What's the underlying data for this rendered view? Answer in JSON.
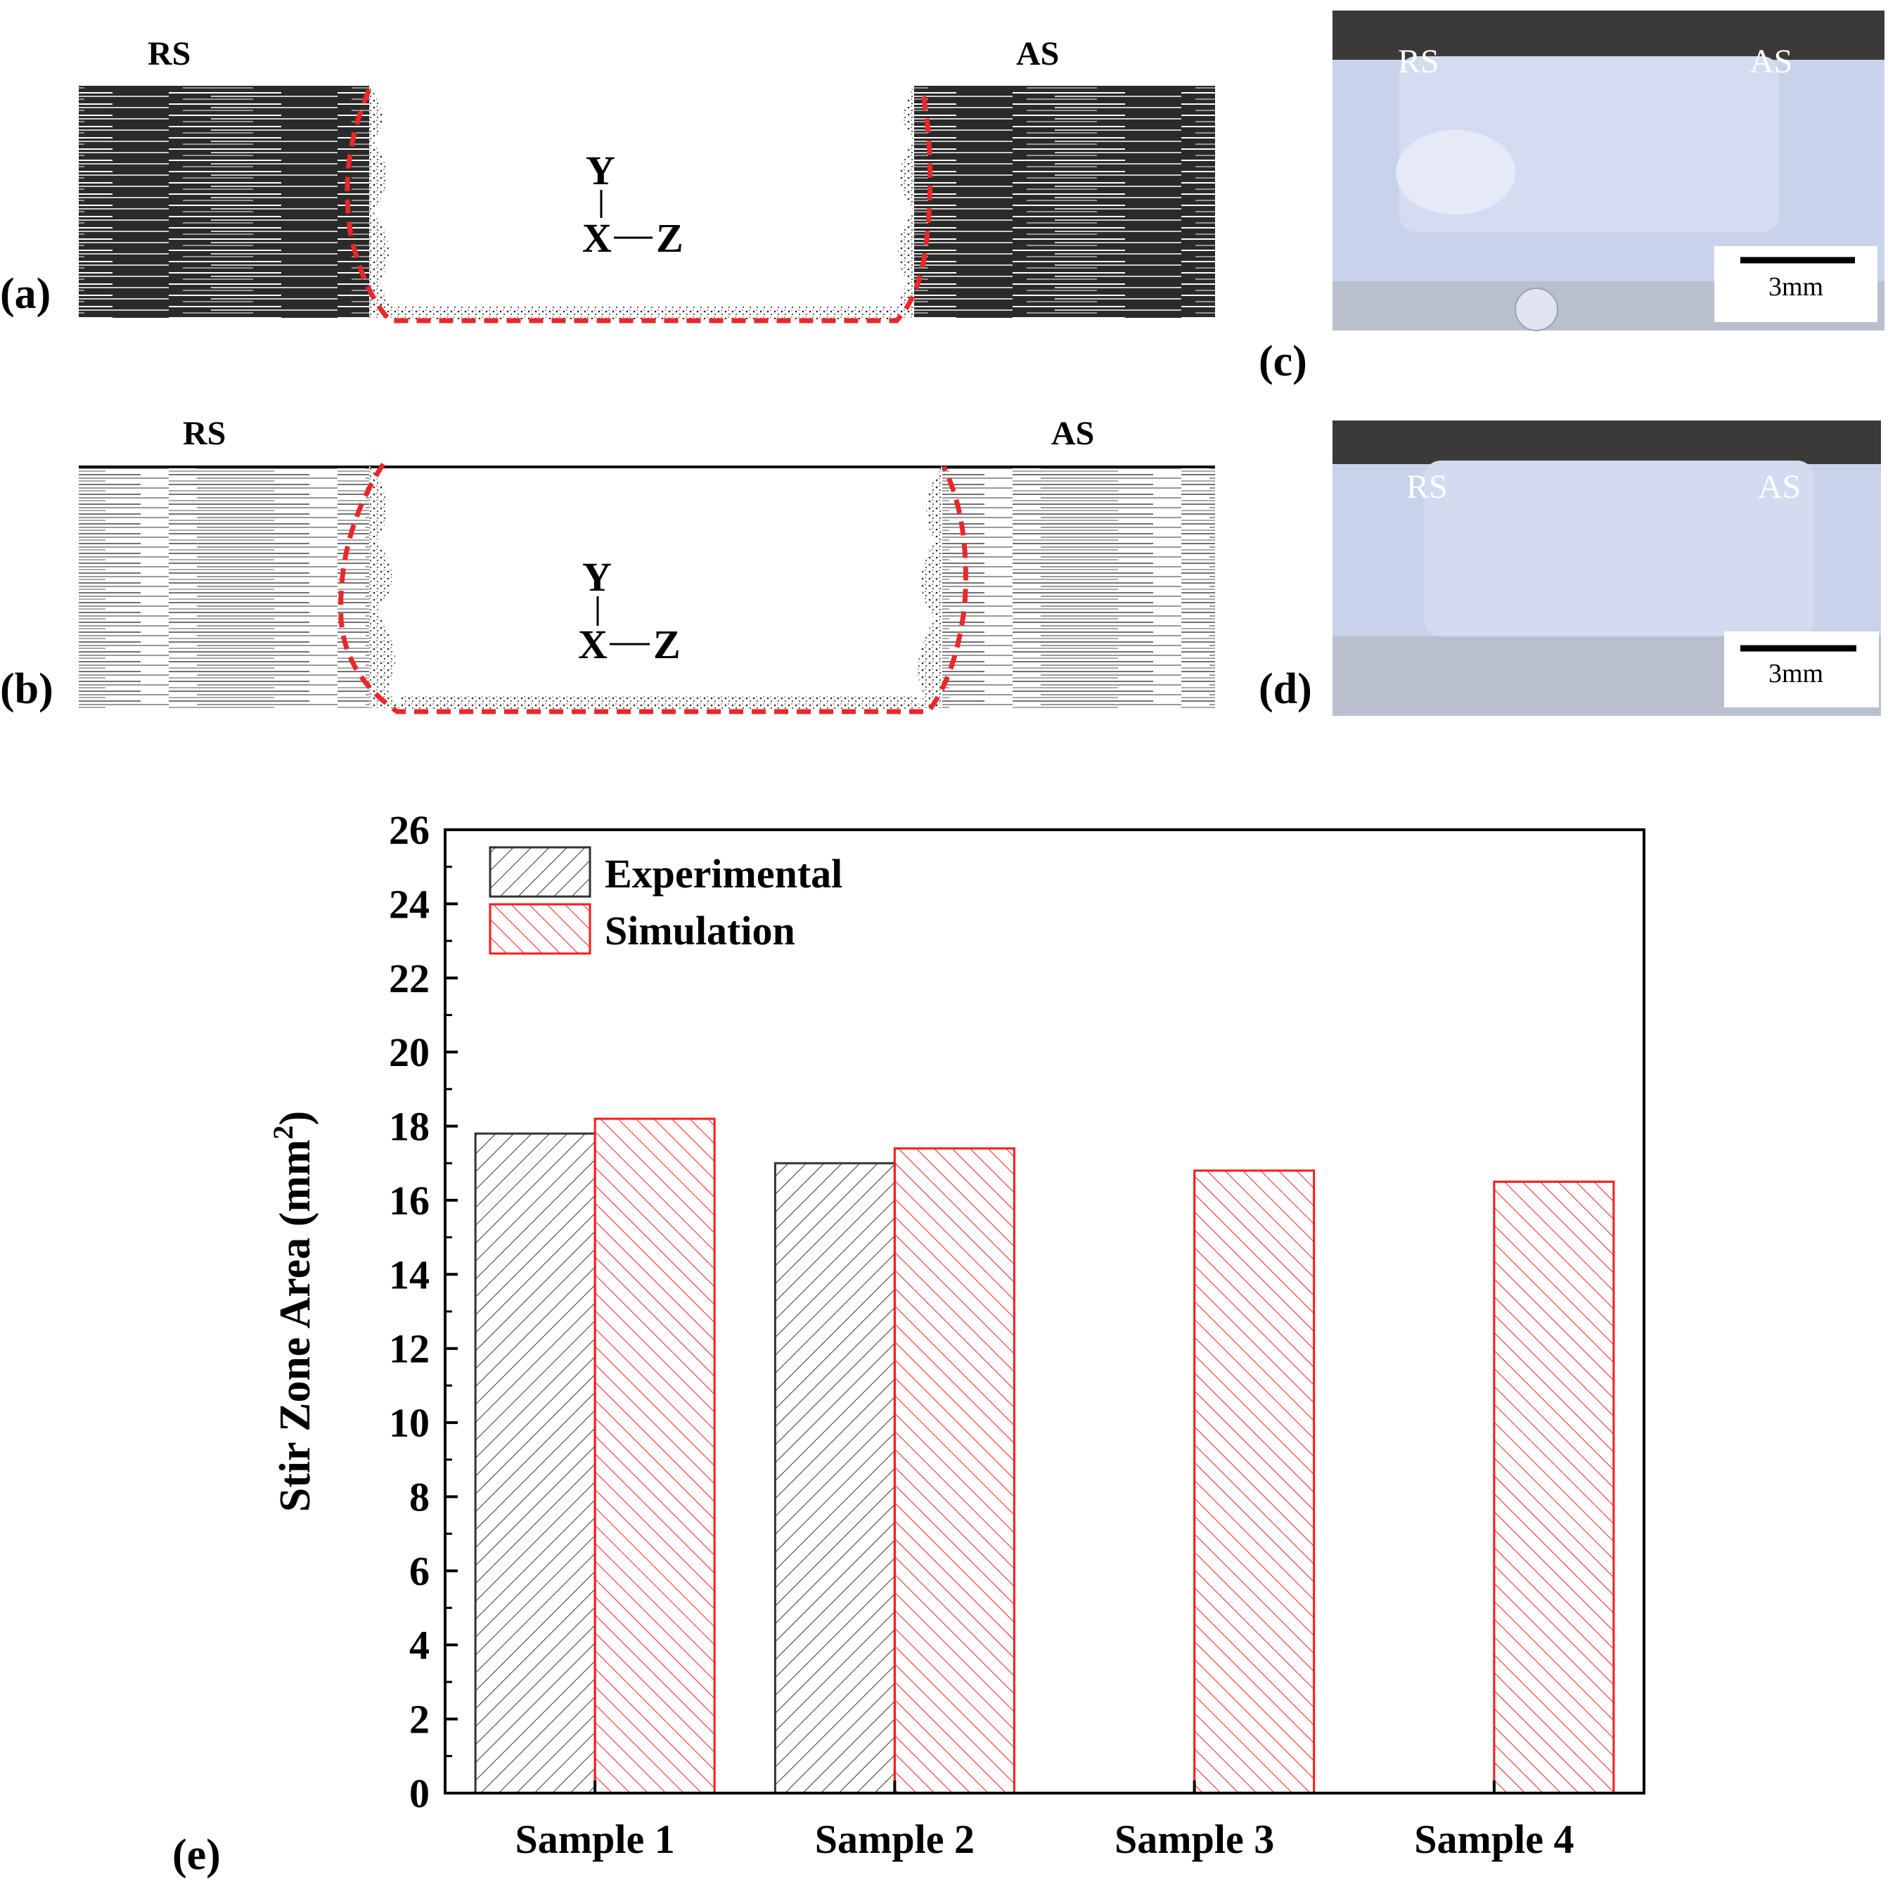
{
  "panels": {
    "a": {
      "label": "(a)",
      "rs": "RS",
      "as": "AS",
      "axis_y": "Y",
      "axis_x": "X",
      "axis_z": "Z"
    },
    "b": {
      "label": "(b)",
      "rs": "RS",
      "as": "AS",
      "axis_y": "Y",
      "axis_x": "X",
      "axis_z": "Z"
    },
    "c": {
      "label": "(c)",
      "rs": "RS",
      "as": "AS",
      "scale": "3mm"
    },
    "d": {
      "label": "(d)",
      "rs": "RS",
      "as": "AS",
      "scale": "3mm"
    },
    "e": {
      "label": "(e)"
    }
  },
  "colors": {
    "boundary": "#e8282b",
    "photo_bg": "#c6d0e8",
    "experimental": "#333333",
    "simulation": "#ff1a1a"
  },
  "chart_data": {
    "type": "bar",
    "categories": [
      "Sample 1",
      "Sample 2",
      "Sample 3",
      "Sample 4"
    ],
    "series": [
      {
        "name": "Experimental",
        "values": [
          17.8,
          17.0,
          null,
          null
        ]
      },
      {
        "name": "Simulation",
        "values": [
          18.2,
          17.4,
          16.8,
          16.5
        ]
      }
    ],
    "xlabel": "",
    "ylabel": "Stir Zone Area (mm",
    "ylabel_sup": "2",
    "ylabel_end": ")",
    "ylim": [
      0,
      26
    ],
    "yticks": [
      0,
      2,
      4,
      6,
      8,
      10,
      12,
      14,
      16,
      18,
      20,
      22,
      24,
      26
    ],
    "legend_position": "top-left",
    "grid": false
  }
}
